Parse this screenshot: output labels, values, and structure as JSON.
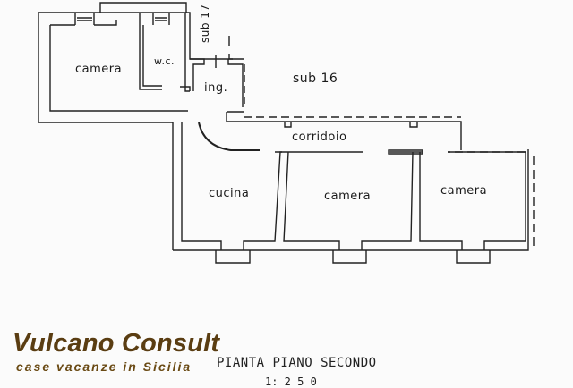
{
  "plan": {
    "title": "PIANTA PIANO SECONDO",
    "scale_partial": "1: 2 5 0",
    "rooms": [
      {
        "label": "camera"
      },
      {
        "label": "w.c."
      },
      {
        "label": "ing."
      },
      {
        "label": "corridoio"
      },
      {
        "label": "cucina"
      },
      {
        "label": "camera"
      },
      {
        "label": "camera"
      }
    ],
    "annotations": [
      {
        "label": "sub 17"
      },
      {
        "label": "sub 16"
      }
    ]
  },
  "watermark": {
    "brand": "Vulcano Consult",
    "tagline": "case vacanze in Sicilia",
    "color": "#5a3d12"
  }
}
